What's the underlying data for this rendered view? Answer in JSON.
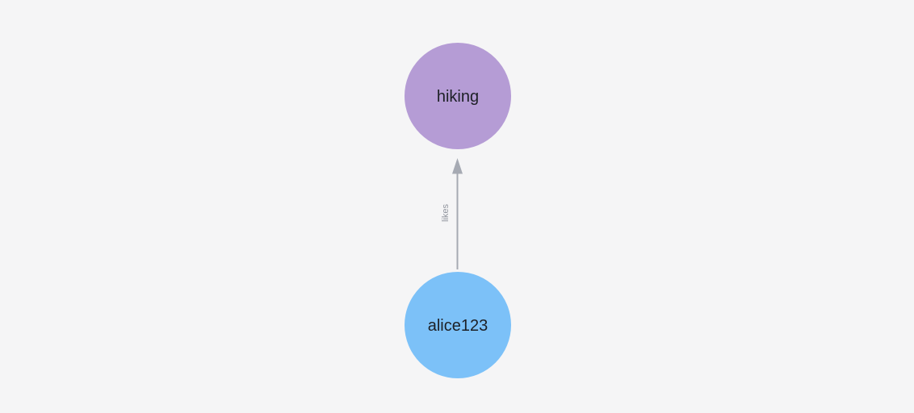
{
  "graph": {
    "background_color": "#f5f5f6",
    "nodes": [
      {
        "id": "hiking",
        "label": "hiking",
        "fill": "#b59cd5",
        "label_color": "#1d2026"
      },
      {
        "id": "alice123",
        "label": "alice123",
        "fill": "#7cc1f8",
        "label_color": "#1d2026"
      }
    ],
    "edges": [
      {
        "label": "likes",
        "source": "alice123",
        "target": "hiking",
        "direction": "up",
        "stroke": "#a6aab3",
        "label_color": "#8f939c"
      }
    ]
  }
}
